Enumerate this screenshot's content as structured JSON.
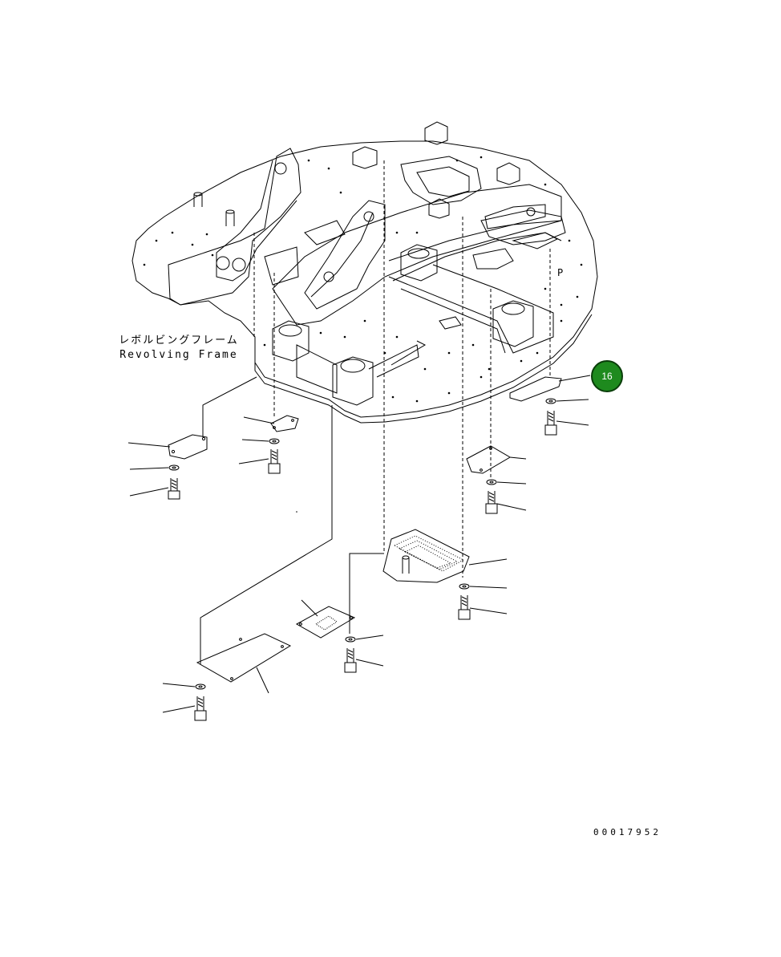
{
  "diagram": {
    "frame_label_ja": "レボルビングフレーム",
    "frame_label_en": "Revolving Frame",
    "callout_number": "16",
    "drawing_number": "00017952",
    "colors": {
      "callout_fill": "#1e8a1e",
      "callout_border": "#0a3d0a",
      "line": "#000000"
    }
  }
}
